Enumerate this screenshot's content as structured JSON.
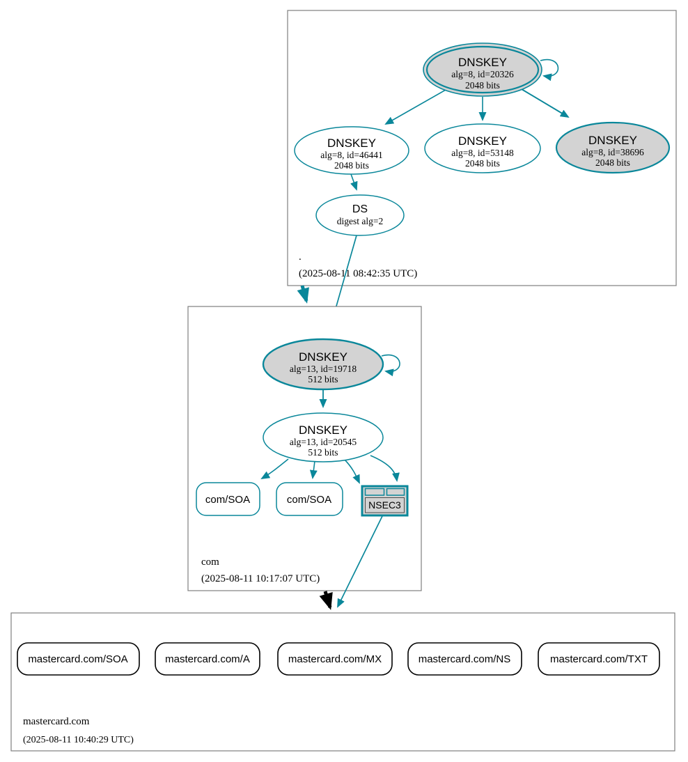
{
  "colors": {
    "secure_teal": "#0a879a",
    "node_fill_gray": "#d3d3d3",
    "node_fill_white": "#ffffff",
    "insecure_black": "#000000",
    "zone_box_border": "#7f7f7f"
  },
  "zones": {
    "root": {
      "name": ".",
      "timestamp": "(2025-08-11 08:42:35 UTC)",
      "nodes": {
        "ksk": {
          "title": "DNSKEY",
          "detail1": "alg=8, id=20326",
          "detail2": "2048 bits"
        },
        "zsk1": {
          "title": "DNSKEY",
          "detail1": "alg=8, id=46441",
          "detail2": "2048 bits"
        },
        "zsk2": {
          "title": "DNSKEY",
          "detail1": "alg=8, id=53148",
          "detail2": "2048 bits"
        },
        "key3": {
          "title": "DNSKEY",
          "detail1": "alg=8, id=38696",
          "detail2": "2048 bits"
        },
        "ds": {
          "title": "DS",
          "detail1": "digest alg=2"
        }
      }
    },
    "com": {
      "name": "com",
      "timestamp": "(2025-08-11 10:17:07 UTC)",
      "nodes": {
        "ksk": {
          "title": "DNSKEY",
          "detail1": "alg=13, id=19718",
          "detail2": "512 bits"
        },
        "zsk": {
          "title": "DNSKEY",
          "detail1": "alg=13, id=20545",
          "detail2": "512 bits"
        },
        "soa1": {
          "label": "com/SOA"
        },
        "soa2": {
          "label": "com/SOA"
        },
        "nsec3": {
          "label": "NSEC3"
        }
      }
    },
    "mastercard": {
      "name": "mastercard.com",
      "timestamp": "(2025-08-11 10:40:29 UTC)",
      "records": [
        "mastercard.com/SOA",
        "mastercard.com/A",
        "mastercard.com/MX",
        "mastercard.com/NS",
        "mastercard.com/TXT"
      ]
    }
  }
}
